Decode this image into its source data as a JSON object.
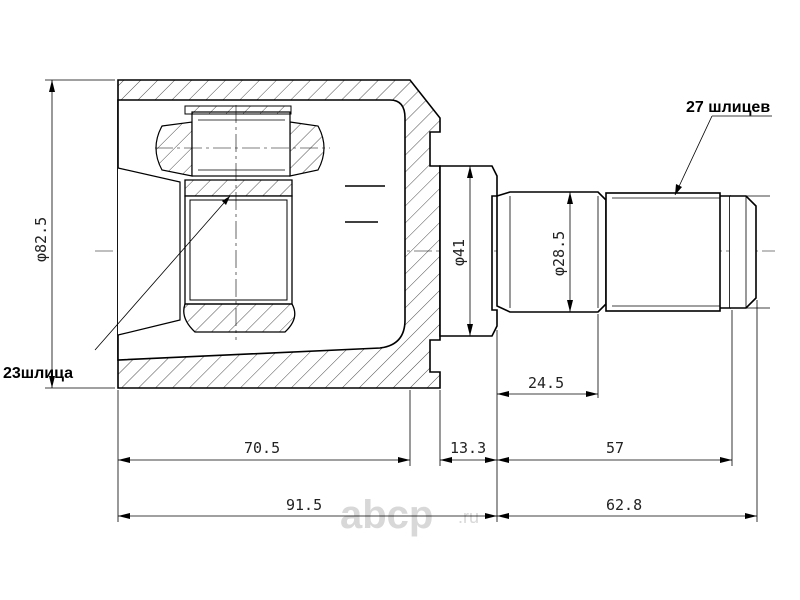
{
  "drawing": {
    "splines_housing": "23шлица",
    "splines_shaft": "27 шлицев",
    "diameters": {
      "outer": "φ82.5",
      "flange": "φ41",
      "shaft": "φ28.5"
    },
    "dimensions": {
      "housing_length": "70.5",
      "flange_length": "13.3",
      "shaft_length": "57",
      "shaft_step": "24.5",
      "total_housing": "91.5",
      "total_shaft": "62.8"
    }
  },
  "watermark": {
    "brand": "abcp",
    "domain": ".ru"
  }
}
